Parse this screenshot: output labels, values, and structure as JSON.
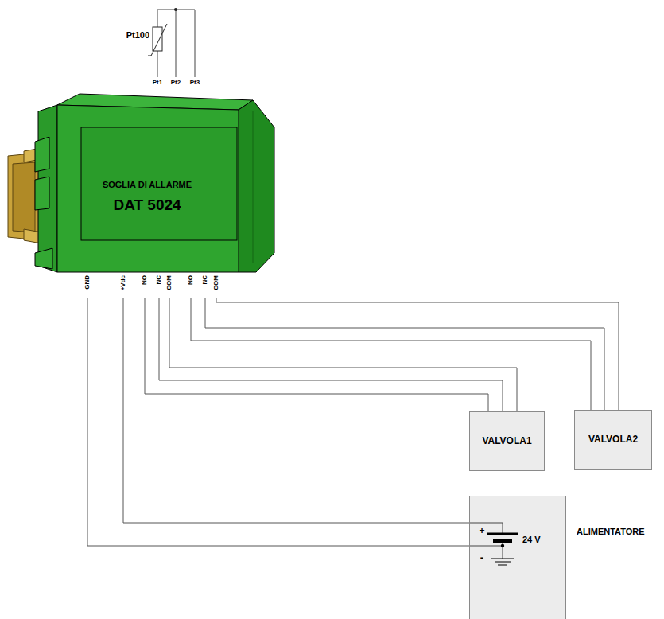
{
  "diagram": {
    "nodes": [
      {
        "text": [
          "SOGLIA DI ALLARME",
          "DAT 5024"
        ]
      },
      {
        "text": [
          "VALVOLA1"
        ]
      },
      {
        "text": [
          "VALVOLA2"
        ]
      },
      {
        "text": [
          "ALIMENTATORE",
          "24 V"
        ]
      }
    ],
    "edges": [
      {
        "from": 0,
        "to": 1,
        "arrow": "none"
      },
      {
        "from": 0,
        "to": 1,
        "arrow": "none"
      },
      {
        "from": 0,
        "to": 1,
        "arrow": "none"
      },
      {
        "from": 0,
        "to": 2,
        "arrow": "none"
      },
      {
        "from": 0,
        "to": 2,
        "arrow": "none"
      },
      {
        "from": 0,
        "to": 2,
        "arrow": "none"
      },
      {
        "from": 0,
        "to": 3,
        "arrow": "none"
      },
      {
        "from": 0,
        "to": 3,
        "arrow": "none"
      }
    ],
    "labels": [
      "Pt100",
      "Pt1",
      "Pt2",
      "Pt3",
      "GND",
      "+Vdc",
      "NO",
      "NC",
      "COM",
      "NO",
      "NC",
      "COM",
      "+",
      "-"
    ]
  }
}
